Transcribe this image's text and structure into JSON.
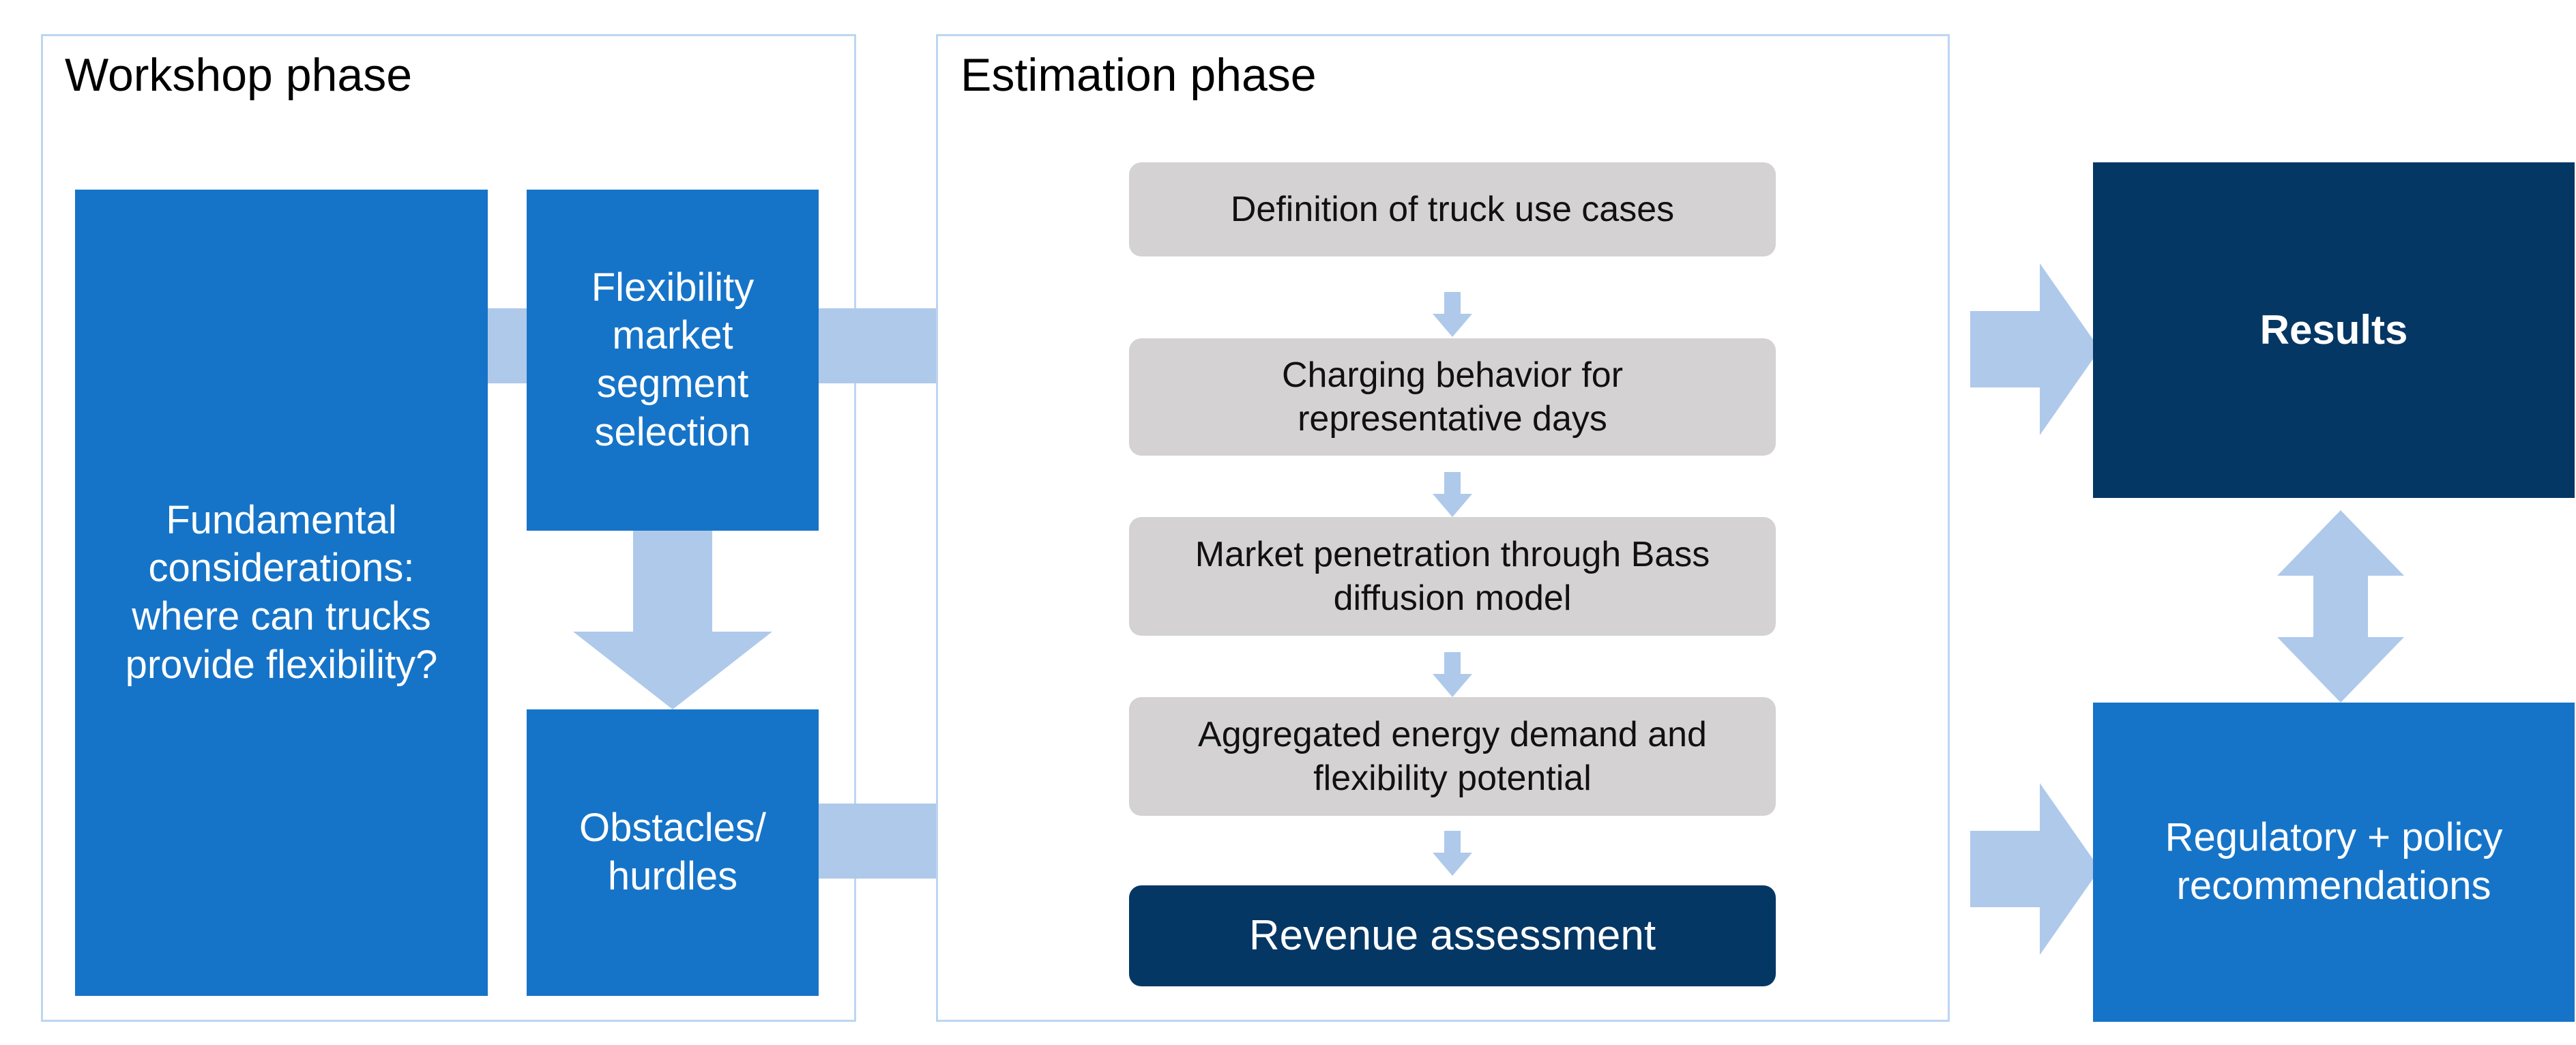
{
  "diagram": {
    "title": "Workshop and estimation phase flow diagram",
    "colors": {
      "blue": "#1674C8",
      "navy": "#053765",
      "grey": "#D4D2D2",
      "light_blue_arrow": "#AFC9EB",
      "container_border": "#BCD6F0",
      "white": "#FFFFFF"
    }
  },
  "workshop_phase": {
    "title": "Workshop phase",
    "boxes": {
      "fundamental": "Fundamental considerations: where can trucks provide flexibility?",
      "flexibility": "Flexibility market segment selection",
      "obstacles": "Obstacles/ hurdles"
    }
  },
  "estimation_phase": {
    "title": "Estimation phase",
    "steps": [
      {
        "label": "Definition of truck use cases",
        "style": "grey"
      },
      {
        "label": "Charging behavior for representative days",
        "style": "grey"
      },
      {
        "label": "Market penetration through Bass diffusion model",
        "style": "grey"
      },
      {
        "label": "Aggregated energy demand and flexibility potential",
        "style": "grey"
      },
      {
        "label": "Revenue assessment",
        "style": "navy"
      }
    ]
  },
  "outputs": {
    "results": "Results",
    "recommendations": "Regulatory + policy recommendations"
  },
  "connectors": {
    "flexibility_to_estimation": "arrow-right-band",
    "flexibility_to_obstacles": "arrow-down-thick",
    "obstacles_to_estimation": "arrow-right-band",
    "estimation_to_results": "arrow-right",
    "estimation_to_recommendations": "arrow-right",
    "results_recommendations_link": "arrow-up-down",
    "step_links": "arrow-down-mini"
  }
}
